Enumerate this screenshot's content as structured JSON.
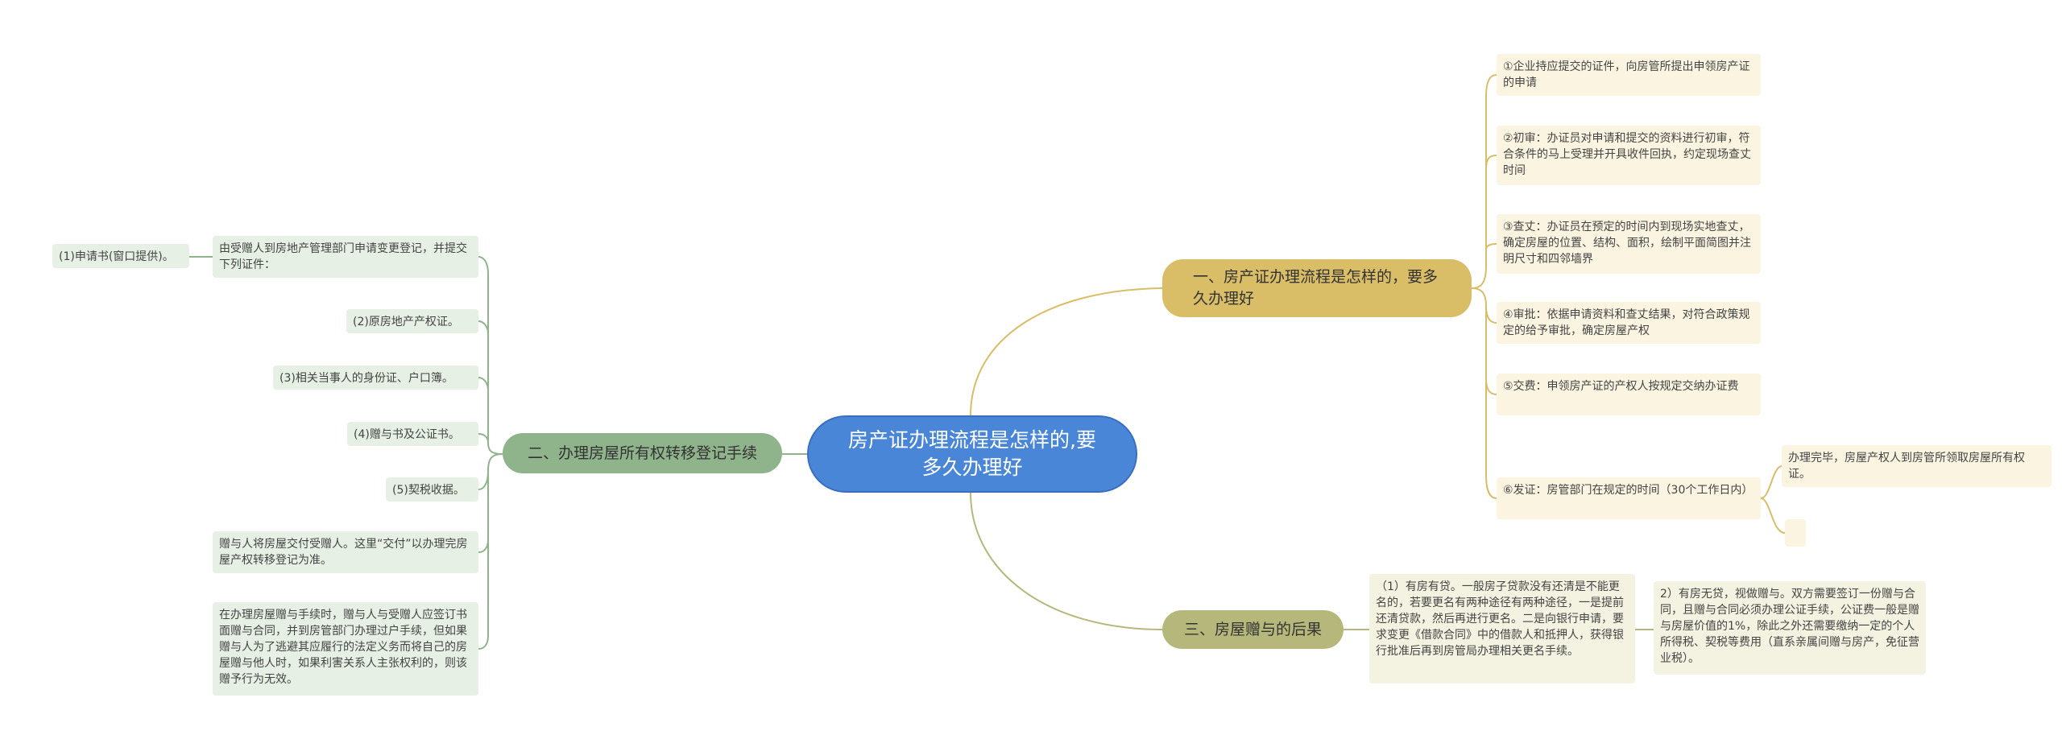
{
  "root": "房产证办理流程是怎样的,要多久办理好",
  "branch1": {
    "label": "一、房产证办理流程是怎样的，要多久办理好",
    "items": [
      "①企业持应提交的证件，向房管所提出申领房产证的申请",
      "②初审：办证员对申请和提交的资料进行初审，符合条件的马上受理并开具收件回执，约定现场查丈时间",
      "③查丈：办证员在预定的时间内到现场实地查丈，确定房屋的位置、结构、面积，绘制平面简图并注明尺寸和四邻墙界",
      "④审批：依据申请资料和查丈结果，对符合政策规定的给予审批，确定房屋产权",
      "⑤交费：申领房产证的产权人按规定交纳办证费",
      "⑥发证：房管部门在规定的时间（30个工作日内）"
    ],
    "sub6": [
      "办理完毕，房屋产权人到房管所领取房屋所有权证。",
      ""
    ]
  },
  "branch2": {
    "label": "二、办理房屋所有权转移登记手续",
    "items": [
      "由受赠人到房地产管理部门申请变更登记，并提交下列证件：",
      "(2)原房地产产权证。",
      "(3)相关当事人的身份证、户口簿。",
      "(4)赠与书及公证书。",
      "(5)契税收据。",
      "赠与人将房屋交付受赠人。这里“交付”以办理完房屋产权转移登记为准。",
      "在办理房屋赠与手续时，赠与人与受赠人应签订书面赠与合同，并到房管部门办理过户手续，但如果赠与人为了逃避其应履行的法定义务而将自己的房屋赠与他人时，如果利害关系人主张权利的，则该赠予行为无效。"
    ],
    "sub1": "(1)申请书(窗口提供)。"
  },
  "branch3": {
    "label": "三、房屋赠与的后果",
    "items": [
      "（1）有房有贷。一般房子贷款没有还清是不能更名的，若要更名有两种途径有两种途径，一是提前还清贷款，然后再进行更名。二是向银行申请，要求变更《借款合同》中的借款人和抵押人，获得银行批准后再到房管局办理相关更名手续。",
      "2）有房无贷，视做赠与。双方需要签订一份赠与合同，且赠与合同必须办理公证手续，公证费一般是赠与房屋价值的1%，除此之外还需要缴纳一定的个人所得税、契税等费用（直系亲属间赠与房产，免征营业税）。"
    ]
  },
  "colors": {
    "root": "#4a86d8",
    "branch1": "#d9bd67",
    "branch2": "#8fb38a",
    "branch3": "#b5b87a"
  }
}
